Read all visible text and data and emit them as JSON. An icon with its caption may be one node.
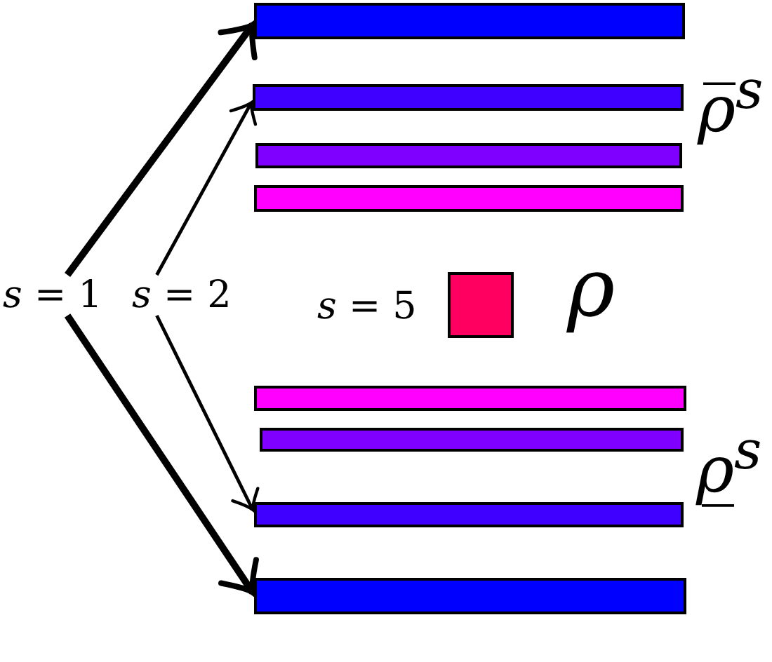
{
  "diagram": {
    "nodes": [
      {
        "text": [],
        "shape": "bar"
      },
      {
        "text": [],
        "shape": "bar"
      },
      {
        "text": [],
        "shape": "bar"
      },
      {
        "text": [],
        "shape": "bar"
      },
      {
        "text": [
          "*s* = 1"
        ]
      },
      {
        "text": [
          "*s* = 2"
        ]
      },
      {
        "text": [],
        "shape": "box",
        "beside": [
          "*s* = 5"
        ]
      },
      {
        "text": [],
        "shape": "bar"
      },
      {
        "text": [],
        "shape": "bar"
      },
      {
        "text": [],
        "shape": "bar"
      },
      {
        "text": [],
        "shape": "bar"
      }
    ],
    "edges": [
      {
        "from": 4,
        "to": 0,
        "arrow": "to",
        "style": "thick"
      },
      {
        "from": 5,
        "to": 1,
        "arrow": "to"
      },
      {
        "from": 4,
        "to": 10,
        "arrow": "to",
        "style": "thick"
      },
      {
        "from": 5,
        "to": 9,
        "arrow": "to"
      }
    ],
    "labels": [
      "ρ̅$^{s}$",
      "ρ",
      "ρ̲$^{s}$"
    ]
  }
}
